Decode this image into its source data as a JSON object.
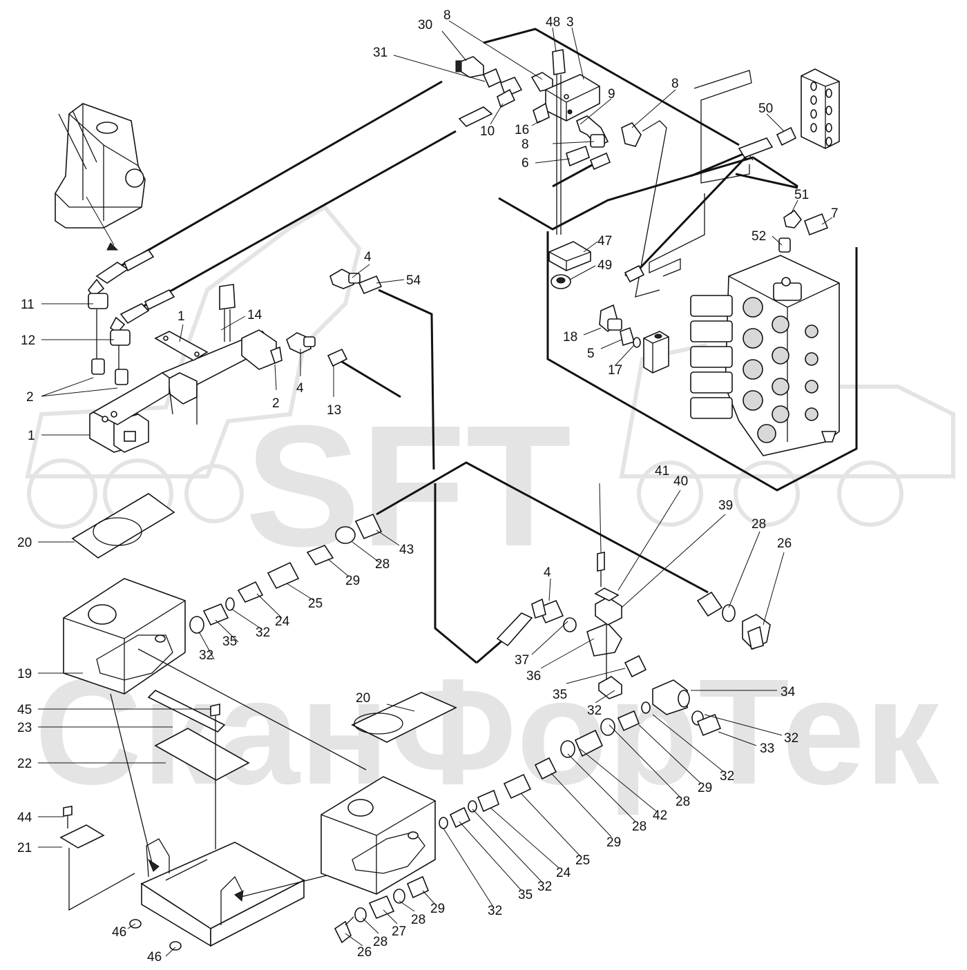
{
  "watermark": {
    "logo_text": "SFT",
    "company_text": "СканФорТек"
  },
  "colors": {
    "line": "#111111",
    "watermark": "#e4e4e4",
    "background": "#ffffff"
  },
  "callouts": [
    {
      "id": "c1a",
      "label": "1"
    },
    {
      "id": "c1b",
      "label": "1"
    },
    {
      "id": "c2a",
      "label": "2"
    },
    {
      "id": "c2b",
      "label": "2"
    },
    {
      "id": "c3",
      "label": "3"
    },
    {
      "id": "c4a",
      "label": "4"
    },
    {
      "id": "c4b",
      "label": "4"
    },
    {
      "id": "c4c",
      "label": "4"
    },
    {
      "id": "c5",
      "label": "5"
    },
    {
      "id": "c6",
      "label": "6"
    },
    {
      "id": "c7",
      "label": "7"
    },
    {
      "id": "c8a",
      "label": "8"
    },
    {
      "id": "c8b",
      "label": "8"
    },
    {
      "id": "c8c",
      "label": "8"
    },
    {
      "id": "c9",
      "label": "9"
    },
    {
      "id": "c10",
      "label": "10"
    },
    {
      "id": "c11",
      "label": "11"
    },
    {
      "id": "c12",
      "label": "12"
    },
    {
      "id": "c13",
      "label": "13"
    },
    {
      "id": "c14",
      "label": "14"
    },
    {
      "id": "c16",
      "label": "16"
    },
    {
      "id": "c17",
      "label": "17"
    },
    {
      "id": "c18",
      "label": "18"
    },
    {
      "id": "c19",
      "label": "19"
    },
    {
      "id": "c20a",
      "label": "20"
    },
    {
      "id": "c20b",
      "label": "20"
    },
    {
      "id": "c21",
      "label": "21"
    },
    {
      "id": "c22",
      "label": "22"
    },
    {
      "id": "c23",
      "label": "23"
    },
    {
      "id": "c24a",
      "label": "24"
    },
    {
      "id": "c24b",
      "label": "24"
    },
    {
      "id": "c25a",
      "label": "25"
    },
    {
      "id": "c25b",
      "label": "25"
    },
    {
      "id": "c26a",
      "label": "26"
    },
    {
      "id": "c26b",
      "label": "26"
    },
    {
      "id": "c27",
      "label": "27"
    },
    {
      "id": "c28a",
      "label": "28"
    },
    {
      "id": "c28b",
      "label": "28"
    },
    {
      "id": "c28c",
      "label": "28"
    },
    {
      "id": "c28d",
      "label": "28"
    },
    {
      "id": "c28e",
      "label": "28"
    },
    {
      "id": "c28f",
      "label": "28"
    },
    {
      "id": "c29a",
      "label": "29"
    },
    {
      "id": "c29b",
      "label": "29"
    },
    {
      "id": "c29c",
      "label": "29"
    },
    {
      "id": "c29d",
      "label": "29"
    },
    {
      "id": "c30",
      "label": "30"
    },
    {
      "id": "c31",
      "label": "31"
    },
    {
      "id": "c32a",
      "label": "32"
    },
    {
      "id": "c32b",
      "label": "32"
    },
    {
      "id": "c32c",
      "label": "32"
    },
    {
      "id": "c32d",
      "label": "32"
    },
    {
      "id": "c32e",
      "label": "32"
    },
    {
      "id": "c32f",
      "label": "32"
    },
    {
      "id": "c32g",
      "label": "32"
    },
    {
      "id": "c32h",
      "label": "32"
    },
    {
      "id": "c33",
      "label": "33"
    },
    {
      "id": "c34",
      "label": "34"
    },
    {
      "id": "c35a",
      "label": "35"
    },
    {
      "id": "c35b",
      "label": "35"
    },
    {
      "id": "c35c",
      "label": "35"
    },
    {
      "id": "c36",
      "label": "36"
    },
    {
      "id": "c37",
      "label": "37"
    },
    {
      "id": "c39",
      "label": "39"
    },
    {
      "id": "c40",
      "label": "40"
    },
    {
      "id": "c41",
      "label": "41"
    },
    {
      "id": "c42",
      "label": "42"
    },
    {
      "id": "c43",
      "label": "43"
    },
    {
      "id": "c44",
      "label": "44"
    },
    {
      "id": "c45",
      "label": "45"
    },
    {
      "id": "c46a",
      "label": "46"
    },
    {
      "id": "c46b",
      "label": "46"
    },
    {
      "id": "c47",
      "label": "47"
    },
    {
      "id": "c48",
      "label": "48"
    },
    {
      "id": "c49",
      "label": "49"
    },
    {
      "id": "c50",
      "label": "50"
    },
    {
      "id": "c51",
      "label": "51"
    },
    {
      "id": "c52",
      "label": "52"
    },
    {
      "id": "c54",
      "label": "54"
    }
  ]
}
